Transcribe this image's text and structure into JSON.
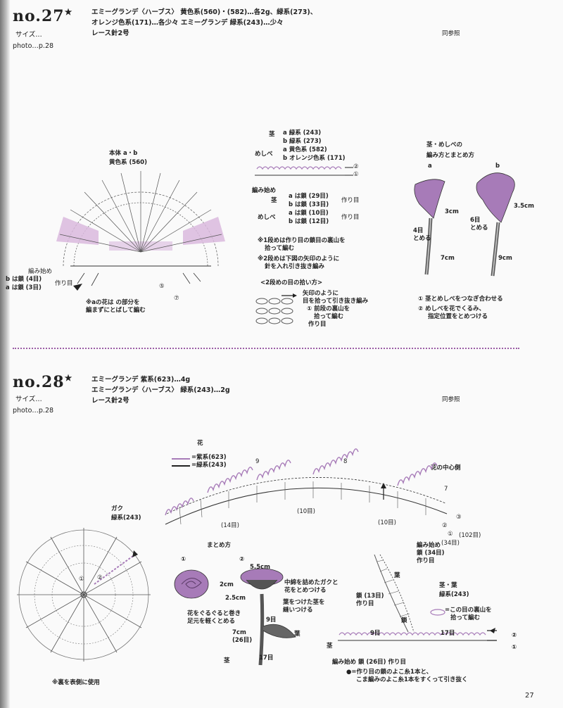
{
  "pattern27": {
    "number": "no.27",
    "star": "★",
    "size_label": "サイズ…",
    "photo_label": "photo…p.28",
    "materials": [
      "エミーグランデ〈ハーブス〉 黄色系(560)・(582)…各2g、緑系(273)、",
      "オレンジ色系(171)…各少々 エミーグランデ 緑系(243)…少々",
      "レース針2号"
    ],
    "ref_mark": "同参照",
    "body": {
      "title": "本体 a・b",
      "color": "黄色系 (560)",
      "start": "編み始め",
      "b_chain": "b は鎖 (4目)",
      "a_chain": "a は鎖 (3目)",
      "foundation": "作り目",
      "note": [
        "※aの花は の部分を",
        "編まずにとばして編む"
      ],
      "row5": "⑤",
      "row7": "⑦"
    },
    "legend": {
      "stem_label": "茎",
      "stem_a": "a 緑系 (243)",
      "stem_b": "b 緑系 (273)",
      "pistil_label": "めしべ",
      "pistil_a": "a 黄色系 (582)",
      "pistil_b": "b オレンジ色系 (171)",
      "start": "編み始め",
      "row2": "②",
      "row1": "①",
      "stem_row_label": "茎",
      "stem_row_a": "a は鎖 (29目)",
      "stem_row_b": "b は鎖 (33目)",
      "pistil_row_label": "めしべ",
      "pistil_row_a": "a は鎖 (10目)",
      "pistil_row_b": "b は鎖 (12目)",
      "foundation": "作り目",
      "note1": [
        "※1段めは作り目の鎖目の裏山を",
        "拾って編む"
      ],
      "note2": [
        "※2段めは下図の矢印のように",
        "針を入れ引き抜き編み"
      ]
    },
    "pickup": {
      "title": "<2段めの目の拾い方>",
      "arrow_note": [
        "矢印のように",
        "目を拾って引き抜き編み"
      ],
      "back_note": [
        "① 前段の裏山を",
        "拾って編む"
      ],
      "foundation": "作り目"
    },
    "assembly": {
      "title": [
        "茎・めしべの",
        "編み方とまとめ方"
      ],
      "a": "a",
      "b": "b",
      "a_3cm": "3cm",
      "a_4": [
        "4目",
        "とめる"
      ],
      "a_7cm": "7cm",
      "b_35cm": "3.5cm",
      "b_6": [
        "6目",
        "とめる"
      ],
      "b_9cm": "9cm",
      "step1": "① 茎とめしべをつなぎ合わせる",
      "step2": [
        "② めしべを花でくるみ、",
        "指定位置をとめつける"
      ]
    }
  },
  "pattern28": {
    "number": "no.28",
    "star": "★",
    "size_label": "サイズ…",
    "photo_label": "photo…p.28",
    "materials": [
      "エミーグランデ 紫系(623)…4g",
      "エミーグランデ〈ハーブス〉 緑系(243)…2g",
      "レース針2号"
    ],
    "ref_mark": "同参照",
    "flower": {
      "title": "花",
      "purple": "=紫系(623)",
      "green": "=緑系(243)",
      "center_side": "花の中心側",
      "seven": "7",
      "nine": "9",
      "eight": "8",
      "fourteen": "(14目)",
      "ten_a": "(10目)",
      "ten_b": "(10目)",
      "row3": "③",
      "row2": "②",
      "row1": "①",
      "total": "(102目)",
      "start": "編み始め",
      "chain34": "鎖 (34目)",
      "foundation": "作り目",
      "r34": "(34目)"
    },
    "calyx": {
      "title": "ガク",
      "color": "緑系(243)",
      "row1": "①",
      "row2": "②",
      "note": "※裏を表側に使用"
    },
    "assembly": {
      "title": "まとめ方",
      "s1": "①",
      "s2": "②",
      "s1_note": [
        "花をぐるぐると巻き",
        "足元を軽くとめる"
      ],
      "w55": "5.5cm",
      "h2": "2cm",
      "h25": "2.5cm",
      "fill_note": [
        "中綿を詰めたガクと",
        "花をとめつける"
      ],
      "leaf_note": [
        "葉をつけた茎を",
        "縫いつける"
      ],
      "nine": "9目",
      "seven": "7cm",
      "twentysix": "(26目)",
      "leaf": "葉",
      "stem": "茎",
      "seventeen": "17目"
    },
    "stem": {
      "leaf_label": "葉",
      "chain13": [
        "鎖 (13目)",
        "作り目"
      ],
      "chain_label": "鎖",
      "stem_leaf": "茎・葉",
      "color": "緑系(243)",
      "back_note": [
        "=この目の裏山を",
        "拾って編む"
      ],
      "nine": "9目",
      "seventeen": "17目",
      "row2": "②",
      "row1": "①",
      "stem_label": "茎",
      "start": "編み始め 鎖 (26目) 作り目",
      "bullet_note": [
        "●=作り目の鎖のよこ糸1本と、",
        "こま編みのよこ糸1本をすくって引き抜く"
      ]
    }
  },
  "page_number": "27",
  "colors": {
    "purple": "#a77bb8",
    "pink": "#d9b8dd",
    "ink": "#222222"
  }
}
